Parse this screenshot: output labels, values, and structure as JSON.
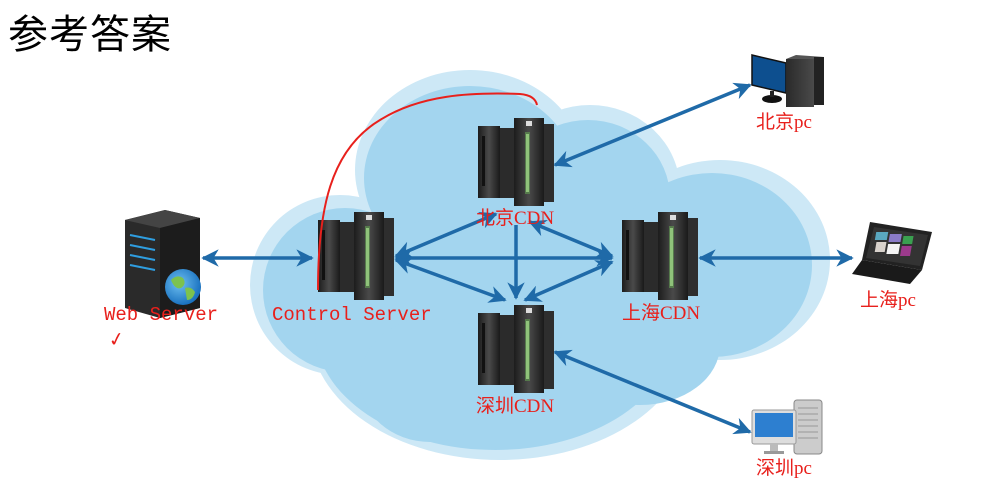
{
  "title": "参考答案",
  "nodes": {
    "web_server": {
      "label": "Web Server",
      "icon": "web-server-globe-icon"
    },
    "control_server": {
      "label": "Control Server",
      "icon": "rack-server-icon"
    },
    "beijing_cdn": {
      "label": "北京CDN",
      "icon": "rack-server-icon"
    },
    "shanghai_cdn": {
      "label": "上海CDN",
      "icon": "rack-server-icon"
    },
    "shenzhen_cdn": {
      "label": "深圳CDN",
      "icon": "rack-server-icon"
    },
    "beijing_pc": {
      "label": "北京pc",
      "icon": "desktop-pc-icon"
    },
    "shanghai_pc": {
      "label": "上海pc",
      "icon": "laptop-icon"
    },
    "shenzhen_pc": {
      "label": "深圳pc",
      "icon": "imac-pc-icon"
    }
  },
  "edges": [
    {
      "from": "web_server",
      "to": "control_server",
      "direction": "both"
    },
    {
      "from": "control_server",
      "to": "beijing_cdn",
      "direction": "both"
    },
    {
      "from": "control_server",
      "to": "shanghai_cdn",
      "direction": "both"
    },
    {
      "from": "control_server",
      "to": "shenzhen_cdn",
      "direction": "both"
    },
    {
      "from": "beijing_cdn",
      "to": "shanghai_cdn",
      "direction": "both"
    },
    {
      "from": "beijing_cdn",
      "to": "shenzhen_cdn",
      "direction": "forward"
    },
    {
      "from": "shanghai_cdn",
      "to": "shenzhen_cdn",
      "direction": "both"
    },
    {
      "from": "beijing_cdn",
      "to": "beijing_pc",
      "direction": "both"
    },
    {
      "from": "shanghai_cdn",
      "to": "shanghai_pc",
      "direction": "both"
    },
    {
      "from": "shenzhen_cdn",
      "to": "shenzhen_pc",
      "direction": "both"
    }
  ],
  "annotations": {
    "checkmark": "✓",
    "red_arc": "hand-drawn arc from Control Server toward 北京CDN"
  },
  "colors": {
    "cloud": "#a3d5ef",
    "cloud_halo": "#cde8f6",
    "arrow": "#1f6aa8",
    "label": "#e8201c",
    "annotation": "#e8201c"
  }
}
